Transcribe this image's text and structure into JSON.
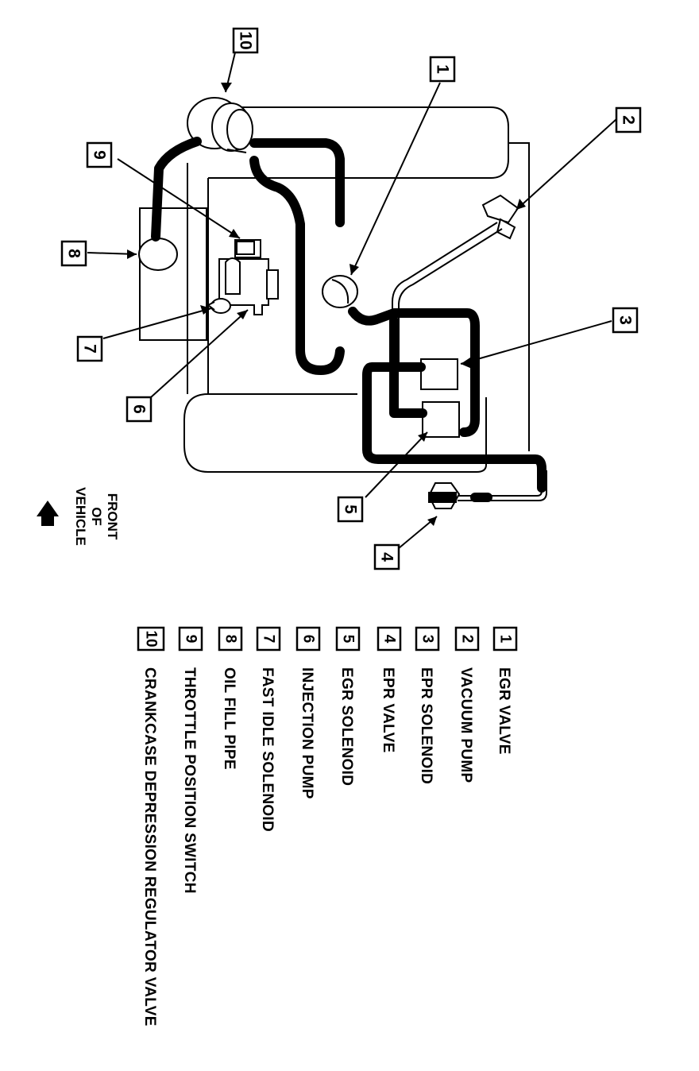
{
  "front_label": [
    "FRONT",
    "OF",
    "VEHICLE"
  ],
  "callouts": [
    {
      "num": "1",
      "label": "EGR VALVE"
    },
    {
      "num": "2",
      "label": "VACUUM PUMP"
    },
    {
      "num": "3",
      "label": "EPR SOLENOID"
    },
    {
      "num": "4",
      "label": "EPR VALVE"
    },
    {
      "num": "5",
      "label": "EGR SOLENOID"
    },
    {
      "num": "6",
      "label": "INJECTION PUMP"
    },
    {
      "num": "7",
      "label": "FAST IDLE SOLENOID"
    },
    {
      "num": "8",
      "label": "OIL FILL PIPE"
    },
    {
      "num": "9",
      "label": "THROTTLE POSITION SWITCH"
    },
    {
      "num": "10",
      "label": "CRANKCASE DEPRESSION REGULATOR VALVE"
    }
  ],
  "colors": {
    "ink": "#000000",
    "paper": "#ffffff"
  }
}
